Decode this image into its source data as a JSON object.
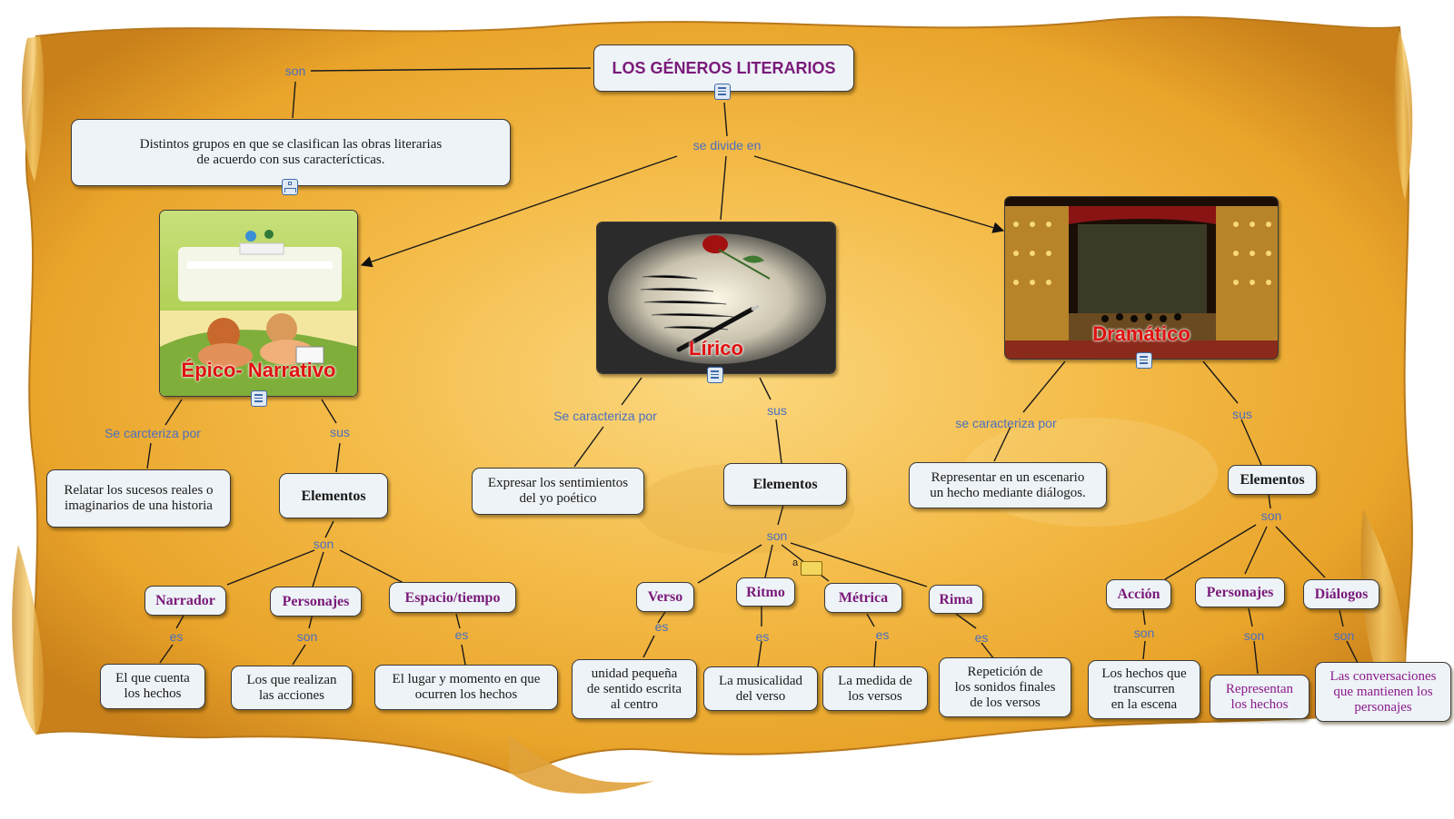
{
  "title": "LOS GÉNEROS LITERARIOS",
  "definition": "Distintos grupos en que se clasifican las obras literarias\nde acuerdo con sus  caracterícticas.",
  "link_labels": {
    "son_top": "son",
    "se_divide_en": "se divide en",
    "se_carcteriza_por": "Se carcteriza por",
    "sus_epico": "sus",
    "se_caracteriza_por_lirico": "Se caracteriza por",
    "sus_lirico": "sus",
    "se_caracteriza_por_dramatico": "se caracteriza por",
    "sus_dramatico": "sus",
    "son_epico": "son",
    "son_lirico": "son",
    "son_dramatico": "son",
    "es_narrador": "es",
    "son_personajes_epico": "son",
    "es_espacio": "es",
    "es_verso": "es",
    "es_ritmo": "es",
    "es_metrica": "es",
    "es_rima": "es",
    "son_accion": "son",
    "son_personajes_dram": "son",
    "son_dialogos": "son"
  },
  "genres": {
    "epico": {
      "caption": "Épico- Narrativo",
      "characteristic": "Relatar los sucesos reales o\nimaginarios de una historia",
      "elements_label": "Elementos"
    },
    "lirico": {
      "caption": "Lírico",
      "characteristic": "Expresar los sentimientos\ndel yo poético",
      "elements_label": "Elementos"
    },
    "dramatico": {
      "caption": "Dramático",
      "characteristic": "Representar en un escenario\nun hecho mediante diálogos.",
      "elements_label": "Elementos"
    }
  },
  "elements": {
    "narrador": {
      "name": "Narrador",
      "desc": "El que cuenta\nlos hechos"
    },
    "personajes_epico": {
      "name": "Personajes",
      "desc": "Los que realizan\nlas acciones"
    },
    "espacio": {
      "name": "Espacio/tiempo",
      "desc": "El lugar y momento en que\nocurren los hechos"
    },
    "verso": {
      "name": "Verso",
      "desc": "unidad pequeña\nde sentido escrita\nal centro"
    },
    "ritmo": {
      "name": "Ritmo",
      "desc": "La musicalidad\ndel verso"
    },
    "metrica": {
      "name": "Métrica",
      "desc": "La medida de\nlos versos"
    },
    "rima": {
      "name": "Rima",
      "desc": "Repetición de\nlos sonidos finales\nde los versos"
    },
    "accion": {
      "name": "Acción",
      "desc": "Los hechos que\ntranscurren\nen la escena"
    },
    "personajes_dram": {
      "name": "Personajes",
      "desc": "Representan\nlos hechos"
    },
    "dialogos": {
      "name": "Diálogos",
      "desc": "Las conversaciones\nque mantienen los\npersonajes"
    }
  },
  "annotation_icon_letter": "a",
  "colors": {
    "parchment": "#f2b43a",
    "parchment_light": "#f8d27a",
    "node_fill": "#eef3f7",
    "link_label": "#4a6fbf",
    "concept_purple": "#7a1a7a",
    "caption_red": "#e01010"
  }
}
